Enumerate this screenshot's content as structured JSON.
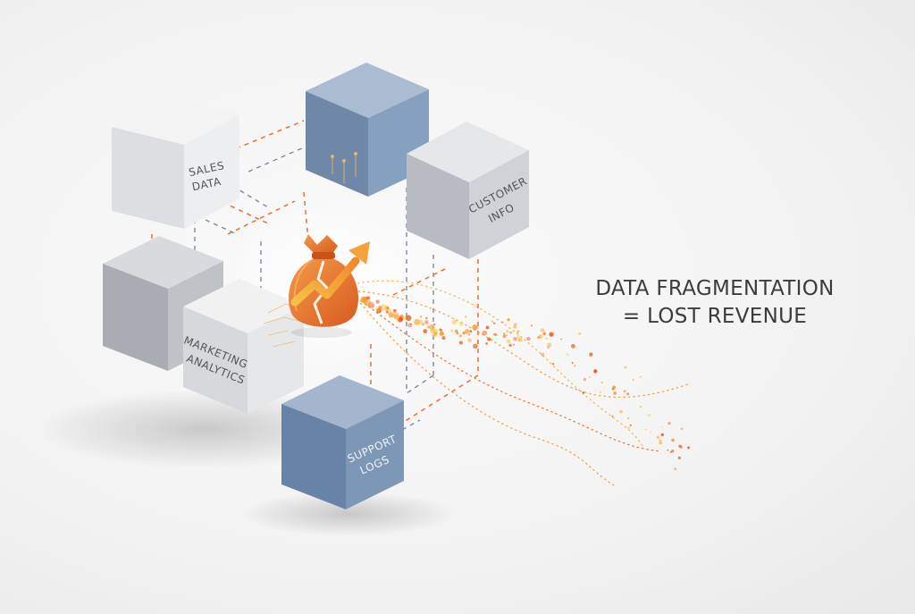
{
  "headline": {
    "line1": "DATA FRAGMENTATION",
    "line2": "= LOST REVENUE"
  },
  "cubes": {
    "sales": {
      "line1": "SALES",
      "line2": "DATA"
    },
    "customer": {
      "line1": "CUSTOMER",
      "line2": "INFO"
    },
    "marketing": {
      "line1": "MARKETING",
      "line2": "ANALYTICS"
    },
    "support": {
      "line1": "SUPPORT",
      "line2": "LOGS"
    }
  },
  "center_icon": "cracked-money-bag-with-rising-arrow-icon",
  "colors": {
    "accent": "#e8702f",
    "accent_light": "#f4a23a",
    "blue_cube": "#7e98b8",
    "grey_cube": "#c9ccd0",
    "text": "#3c3c3c"
  }
}
